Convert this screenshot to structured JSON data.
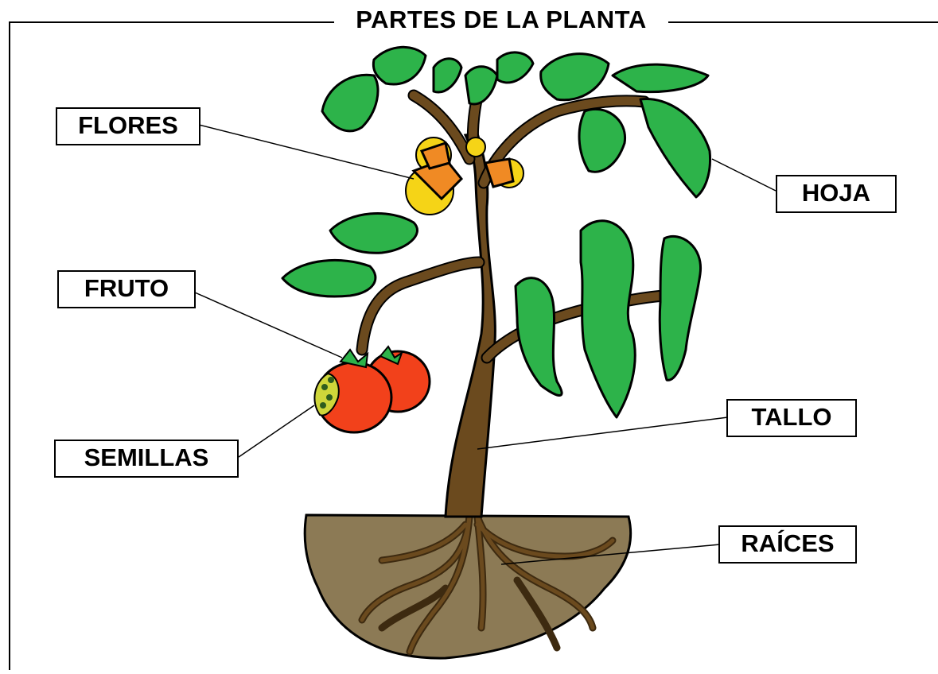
{
  "title": "PARTES DE LA PLANTA",
  "labels": {
    "flores": "FLORES",
    "hoja": "HOJA",
    "fruto": "FRUTO",
    "semillas": "SEMILLAS",
    "tallo": "TALLO",
    "raices": "RAÍCES"
  },
  "colors": {
    "leaf": "#2db34a",
    "stem": "#6b4a1e",
    "soil": "#8c7a55",
    "fruit": "#f2411b",
    "flower": "#f5d417",
    "petal_orange": "#f08a24"
  }
}
